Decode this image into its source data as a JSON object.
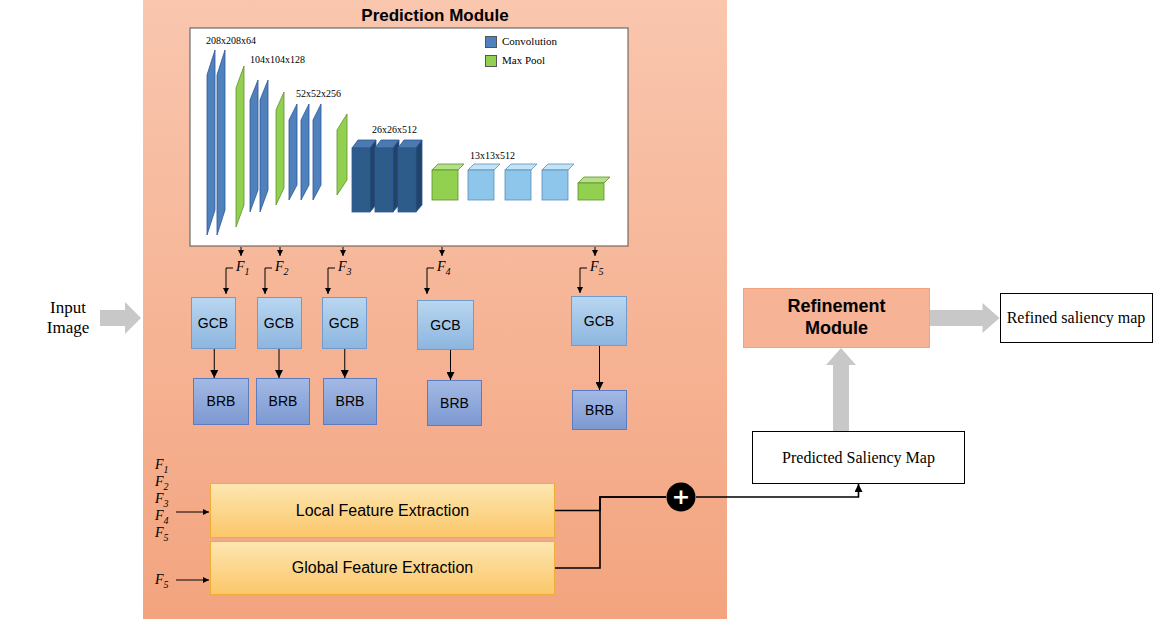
{
  "diagram": {
    "nodes": [
      {
        "text": [
          "Prediction Module"
        ]
      },
      {
        "text": [
          "GCB"
        ],
        "in": 0
      },
      {
        "text": [
          "GCB"
        ],
        "in": 0
      },
      {
        "text": [
          "GCB"
        ],
        "in": 0
      },
      {
        "text": [
          "GCB"
        ],
        "in": 0
      },
      {
        "text": [
          "GCB"
        ],
        "in": 0
      },
      {
        "text": [
          "BRB"
        ],
        "in": 0
      },
      {
        "text": [
          "BRB"
        ],
        "in": 0
      },
      {
        "text": [
          "BRB"
        ],
        "in": 0
      },
      {
        "text": [
          "BRB"
        ],
        "in": 0
      },
      {
        "text": [
          "BRB"
        ],
        "in": 0
      },
      {
        "text": [
          "Local Feature Extraction"
        ],
        "in": 0
      },
      {
        "text": [
          "Global Feature Extraction"
        ],
        "in": 0
      },
      {
        "text": [
          "+"
        ],
        "in": 0
      },
      {
        "text": [
          "Refinement Module"
        ]
      },
      {
        "text": [
          "Refined saliency map"
        ]
      },
      {
        "text": [
          "Predicted Saliency Map"
        ]
      }
    ],
    "edges": [
      {
        "from": 1,
        "to": 6,
        "arrow": "to"
      },
      {
        "from": 2,
        "to": 7,
        "arrow": "to"
      },
      {
        "from": 3,
        "to": 8,
        "arrow": "to"
      },
      {
        "from": 4,
        "to": 9,
        "arrow": "to"
      },
      {
        "from": 5,
        "to": 10,
        "arrow": "to"
      },
      {
        "from": 11,
        "to": 13,
        "arrow": "none"
      },
      {
        "from": 12,
        "to": 13,
        "arrow": "none"
      },
      {
        "from": 13,
        "to": 16,
        "arrow": "to"
      },
      {
        "from": 16,
        "to": 14,
        "arrow": "to"
      },
      {
        "from": 14,
        "to": 15,
        "arrow": "to"
      }
    ],
    "labels": [
      "Input Image",
      "208x208x64",
      "104x104x128",
      "52x52x256",
      "26x26x512",
      "13x13x512",
      "F1",
      "F2",
      "F3",
      "F4",
      "F5",
      "F1",
      "F2",
      "F3",
      "F4",
      "F5",
      "F5"
    ],
    "legend": [
      {
        "text": "Convolution",
        "color": "#4f81bd"
      },
      {
        "text": "Max Pool",
        "color": "#92d050"
      }
    ]
  }
}
